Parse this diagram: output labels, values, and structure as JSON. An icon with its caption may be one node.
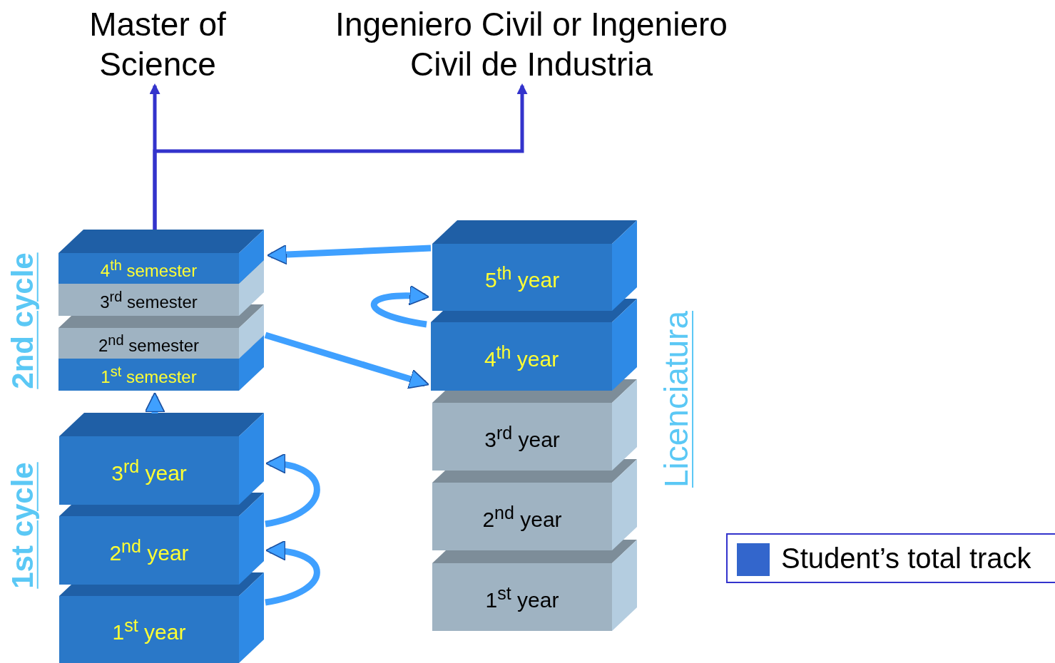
{
  "diagram": {
    "nodes": [
      {
        "text": [
          "Master of Science"
        ]
      },
      {
        "text": [
          "Ingeniero Civil or Ingeniero Civil de Industria"
        ]
      },
      {
        "text": [
          "4$^{th}$ semester"
        ]
      },
      {
        "text": [
          "3$^{rd}$ semester"
        ]
      },
      {
        "text": [
          "2$^{nd}$ semester"
        ]
      },
      {
        "text": [
          "1$^{st}$ semester"
        ]
      },
      {
        "text": [
          "3$^{rd}$ year"
        ]
      },
      {
        "text": [
          "2$^{nd}$ year"
        ]
      },
      {
        "text": [
          "1$^{st}$ year"
        ]
      },
      {
        "text": [
          "5$^{th}$ year"
        ]
      },
      {
        "text": [
          "4$^{th}$ year"
        ]
      },
      {
        "text": [
          "3$^{rd}$ year"
        ]
      },
      {
        "text": [
          "2$^{nd}$ year"
        ]
      },
      {
        "text": [
          "1$^{st}$ year"
        ]
      }
    ],
    "edges": [
      {
        "from": 2,
        "to": 0,
        "arrow": "to",
        "color": "#3333cc"
      },
      {
        "from": 2,
        "to": 1,
        "arrow": "to",
        "color": "#3333cc"
      },
      {
        "from": 9,
        "to": 2,
        "arrow": "to"
      },
      {
        "from": 4,
        "to": 10,
        "arrow": "to"
      },
      {
        "from": 6,
        "to": 5,
        "arrow": "to"
      },
      {
        "from": 7,
        "to": 6,
        "arrow": "to"
      },
      {
        "from": 8,
        "to": 7,
        "arrow": "to"
      },
      {
        "from": 10,
        "to": 9,
        "arrow": "to"
      }
    ],
    "labels": [
      "2nd cycle",
      "1st cycle",
      "Licenciatura"
    ],
    "legend": [
      {
        "text": "Student’s total track",
        "color": "#3366cc"
      }
    ]
  }
}
